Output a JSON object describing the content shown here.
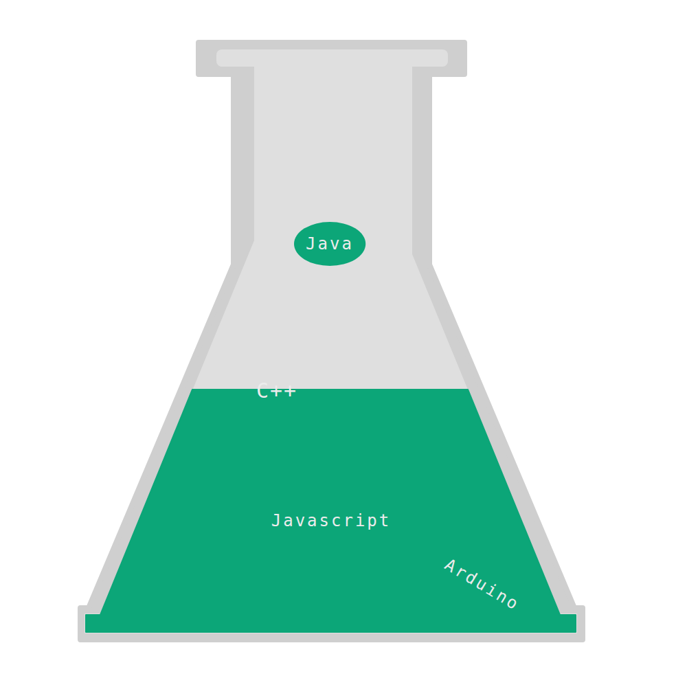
{
  "diagram": {
    "nodes": [
      {
        "text": [
          "Java"
        ]
      }
    ],
    "labels": [
      "C++",
      "Javascript",
      "Arduino"
    ]
  }
}
